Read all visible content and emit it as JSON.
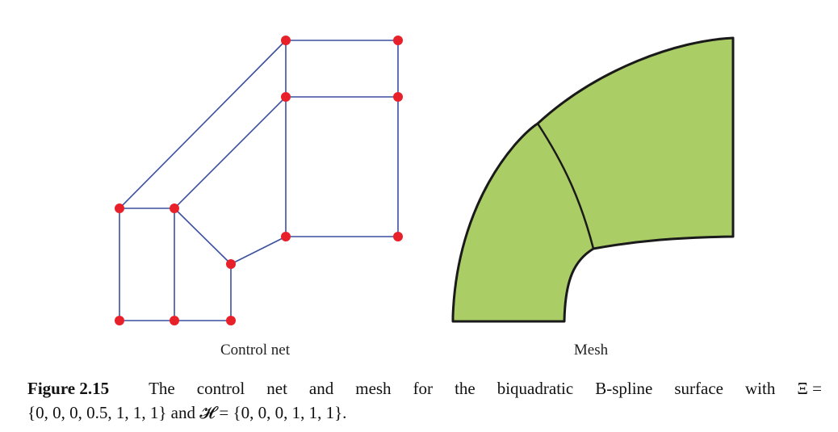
{
  "figure": {
    "left_panel_label": "Control net",
    "right_panel_label": "Mesh",
    "colors": {
      "net_line": "#3b4fa0",
      "control_point": "#e8202a",
      "mesh_fill": "#abcd66",
      "mesh_edge": "#1a1a1a"
    }
  },
  "caption": {
    "label": "Figure 2.15",
    "line1_words": [
      "The",
      "control",
      "net",
      "and",
      "mesh",
      "for",
      "the",
      "biquadratic",
      "B-spline",
      "surface",
      "with",
      "Ξ ="
    ],
    "line2": "{0, 0, 0, 0.5, 1, 1, 1} and 𝓗 = {0, 0, 0, 1, 1, 1}."
  }
}
